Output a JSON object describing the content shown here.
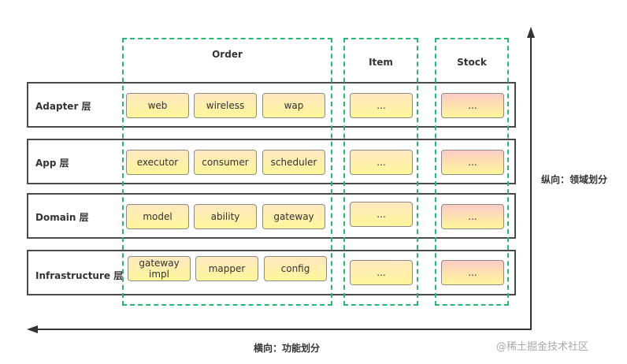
{
  "layers": [
    {
      "label": "Adapter 层"
    },
    {
      "label": "App 层"
    },
    {
      "label": "Domain 层"
    },
    {
      "label": "Infrastructure 层"
    }
  ],
  "domains": [
    {
      "label": "Order"
    },
    {
      "label": "Item"
    },
    {
      "label": "Stock"
    }
  ],
  "order_chips": [
    [
      "web",
      "wireless",
      "wap"
    ],
    [
      "executor",
      "consumer",
      "scheduler"
    ],
    [
      "model",
      "ability",
      "gateway"
    ],
    [
      "gateway impl",
      "mapper",
      "config"
    ]
  ],
  "item_chips": [
    "...",
    "...",
    "...",
    "..."
  ],
  "stock_chips": [
    "...",
    "...",
    "...",
    "..."
  ],
  "axes": {
    "horizontal_label": "横向：功能划分",
    "vertical_label": "纵向：领域划分"
  },
  "watermark": "@稀土掘金技术社区",
  "colors": {
    "domain_border": "#2bb673",
    "chip_top": "#fde8c0",
    "chip_bottom": "#fff69a",
    "layer_border": "#4a4a4a"
  }
}
